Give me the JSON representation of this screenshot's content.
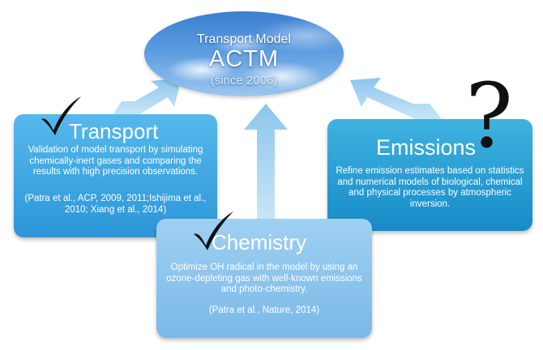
{
  "center": {
    "title": "Transport Model",
    "model": "ACTM",
    "since": "(since 2006)"
  },
  "transport": {
    "heading": "Transport",
    "description": "Validation of model transport by simulating chemically-inert gases and comparing the results with high precision observations.",
    "reference": "(Patra et al., ACP, 2009, 2011;Ishijima et al., 2010; Xiang et al., 2014)"
  },
  "chemistry": {
    "heading": "Chemistry",
    "description": "Optimize OH radical in the model by using an ozone-depleting gas with well-known emissions and photo-chemistry.",
    "reference": "(Patra et al., Nature, 2014)"
  },
  "emissions": {
    "heading": "Emissions",
    "description": "Refine emission estimates based on statistics and numerical models of biological, chemical and physical processes by atmospheric inversion."
  },
  "marks": {
    "question": "?"
  },
  "colors": {
    "transport_box": "#2c96d8",
    "emissions_box": "#178bc6",
    "chemistry_box": "#7ab9e8",
    "arrow": "#a9d3f0"
  }
}
